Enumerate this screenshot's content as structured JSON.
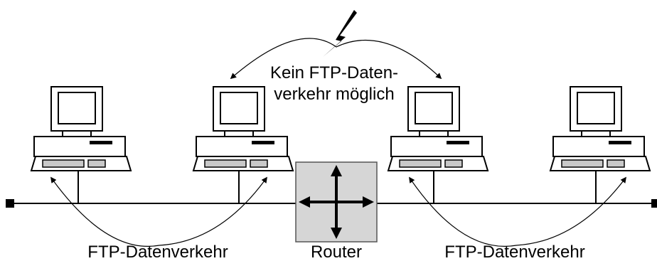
{
  "labels": {
    "blocked_line1": "Kein FTP-Daten-",
    "blocked_line2": "verkehr möglich",
    "left_traffic": "FTP-Datenverkehr",
    "router": "Router",
    "right_traffic": "FTP-Datenverkehr"
  },
  "icons": {
    "computer": "computer-icon",
    "router": "router-icon",
    "lightning": "lightning-bolt-icon"
  },
  "colors": {
    "router_fill": "#d6d6d6",
    "line": "#000000"
  }
}
